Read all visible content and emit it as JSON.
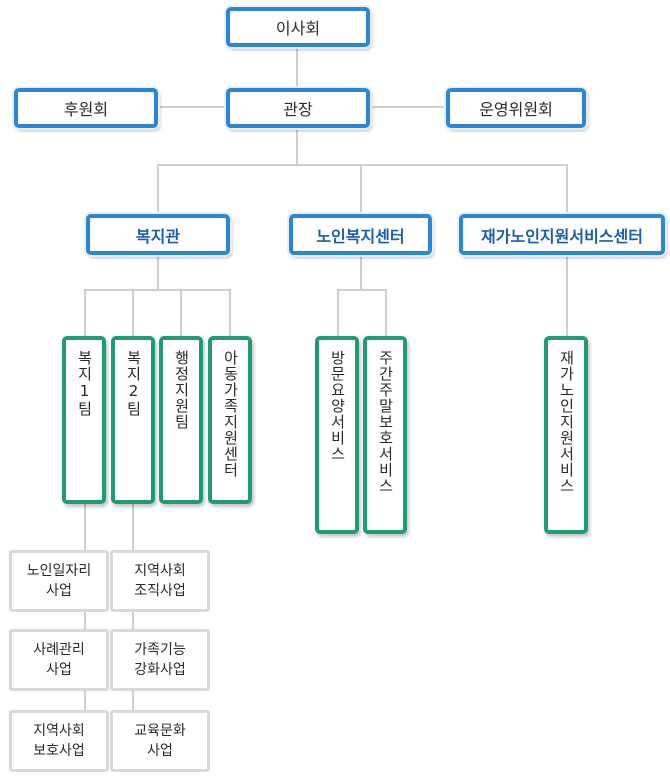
{
  "org": {
    "board": "이사회",
    "director": "관장",
    "sponsors": "후원회",
    "steering_committee": "운영위원회",
    "centers": {
      "welfare_center": "복지관",
      "senior_center": "노인복지센터",
      "home_care_center": "재가노인지원서비스센터"
    },
    "teams": {
      "welfare_team_1": "복지1팀",
      "welfare_team_2": "복지2팀",
      "admin_team": "행정지원팀",
      "child_family_center": "아동가족지원센터",
      "visiting_service": "방문요양서비스",
      "day_night_care": "주간주말보호서비스",
      "home_care_service": "재가노인지원서비스"
    },
    "programs": {
      "senior_jobs": "노인일자리\n사업",
      "case_management": "사례관리\n사업",
      "community_protection": "지역사회\n보호사업",
      "community_organizing": "지역사회\n조직사업",
      "family_function": "가족기능\n강화사업",
      "education_culture": "교육문화\n사업"
    }
  },
  "colors": {
    "level1_border": "#2a86d6",
    "level2_border": "#1f9b78",
    "level3_border": "#d9d9d9",
    "connector": "#cfcfcf",
    "center_text": "#1b5fa8"
  }
}
